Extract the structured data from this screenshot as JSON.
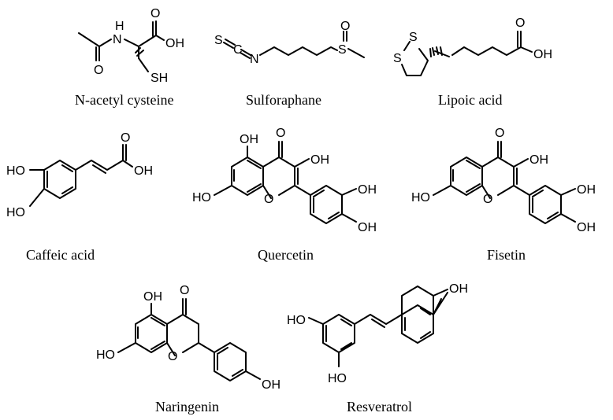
{
  "figure": {
    "compounds": [
      {
        "name": "N-acetyl cysteine",
        "labels": [
          "H",
          "N",
          "O",
          "OH",
          "O",
          "SH"
        ]
      },
      {
        "name": "Sulforaphane",
        "labels": [
          "S",
          "C",
          "N",
          "S",
          "O"
        ]
      },
      {
        "name": "Lipoic acid",
        "labels": [
          "S",
          "S",
          "O",
          "OH"
        ]
      },
      {
        "name": "Caffeic acid",
        "labels": [
          "HO",
          "HO",
          "O",
          "OH"
        ]
      },
      {
        "name": "Quercetin",
        "labels": [
          "OH",
          "O",
          "OH",
          "HO",
          "O",
          "OH",
          "OH"
        ]
      },
      {
        "name": "Fisetin",
        "labels": [
          "O",
          "OH",
          "HO",
          "O",
          "OH",
          "OH"
        ]
      },
      {
        "name": "Naringenin",
        "labels": [
          "OH",
          "O",
          "HO",
          "O",
          "OH"
        ]
      },
      {
        "name": "Resveratrol",
        "labels": [
          "HO",
          "HO",
          "OH"
        ]
      }
    ]
  }
}
